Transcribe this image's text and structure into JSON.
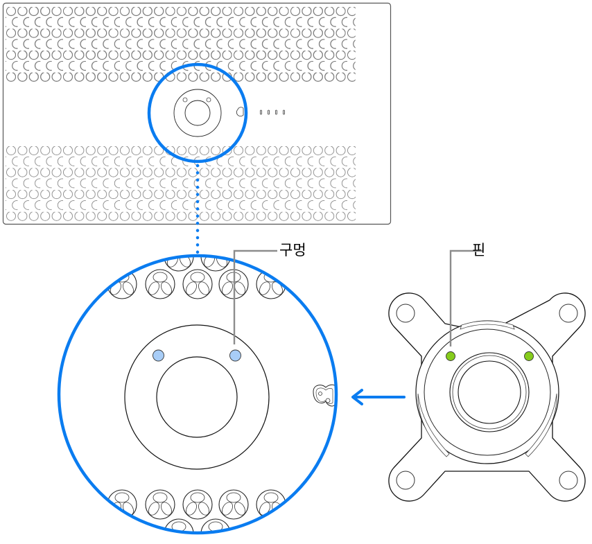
{
  "diagram": {
    "subject": "Mac Pro rear panel mounting point with VESA mount adapter",
    "callouts": {
      "hole_label": "구멍",
      "pin_label": "핀"
    },
    "colors": {
      "highlight_blue": "#0a7cf0",
      "hole_fill": "#a8cdf7",
      "pin_fill": "#86cc1c",
      "leader_gray": "#8c8c8c",
      "outline": "#222222"
    },
    "panel": {
      "port_marks": [
        "▯",
        "▯",
        "▯",
        "▯"
      ]
    }
  }
}
